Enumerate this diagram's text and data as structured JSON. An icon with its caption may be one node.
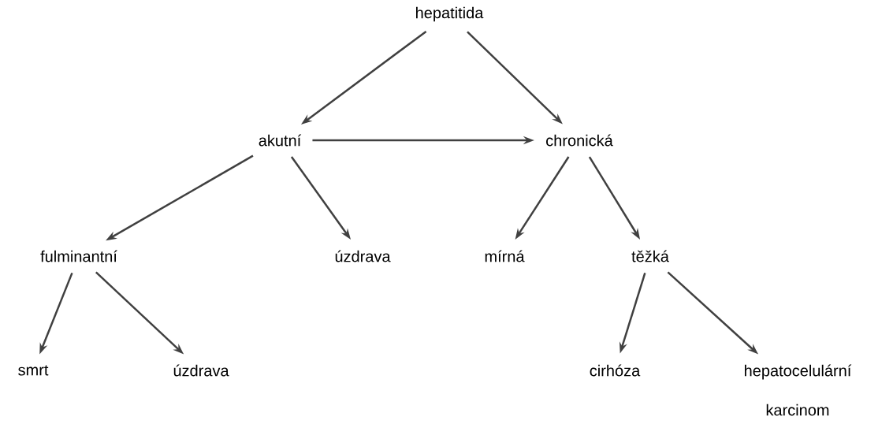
{
  "diagram": {
    "nodes": [
      {
        "text": [
          "hepatitida"
        ]
      },
      {
        "text": [
          "akutní"
        ]
      },
      {
        "text": [
          "chronická"
        ]
      },
      {
        "text": [
          "fulminantní"
        ]
      },
      {
        "text": [
          "úzdrava"
        ]
      },
      {
        "text": [
          "mírná"
        ]
      },
      {
        "text": [
          "těžká"
        ]
      },
      {
        "text": [
          "smrt"
        ]
      },
      {
        "text": [
          "úzdrava"
        ]
      },
      {
        "text": [
          "cirhóza"
        ]
      },
      {
        "text": [
          "hepatocelulární karcinom"
        ]
      }
    ],
    "edges": [
      {
        "from": 0,
        "to": 1,
        "arrow": "to"
      },
      {
        "from": 0,
        "to": 2,
        "arrow": "to"
      },
      {
        "from": 1,
        "to": 2,
        "arrow": "to"
      },
      {
        "from": 1,
        "to": 3,
        "arrow": "to"
      },
      {
        "from": 1,
        "to": 4,
        "arrow": "to"
      },
      {
        "from": 2,
        "to": 5,
        "arrow": "to"
      },
      {
        "from": 2,
        "to": 6,
        "arrow": "to"
      },
      {
        "from": 3,
        "to": 7,
        "arrow": "to"
      },
      {
        "from": 3,
        "to": 8,
        "arrow": "to"
      },
      {
        "from": 6,
        "to": 9,
        "arrow": "to"
      },
      {
        "from": 6,
        "to": 10,
        "arrow": "to"
      }
    ]
  }
}
